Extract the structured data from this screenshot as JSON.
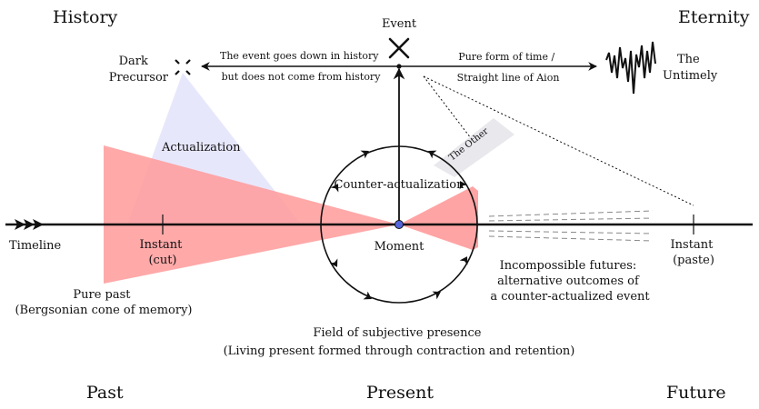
{
  "corners": {
    "history": "History",
    "eternity": "Eternity",
    "past": "Past",
    "present": "Present",
    "future": "Future"
  },
  "event": "Event",
  "dark_precursor": [
    "Dark",
    "Precursor"
  ],
  "untimely": [
    "The",
    "Untimely"
  ],
  "event_history": [
    "The event goes down in history",
    "but does not come from history"
  ],
  "aion": [
    "Pure form of time /",
    "Straight line of Aion"
  ],
  "actualization": "Actualization",
  "counter_actualization": "Counter-actualization",
  "the_other": "The Other",
  "timeline": "Timeline",
  "instant_cut": [
    "Instant",
    "(cut)"
  ],
  "moment": "Moment",
  "instant_paste": [
    "Instant",
    "(paste)"
  ],
  "pure_past": [
    "Pure past",
    "(Bergsonian cone of memory)"
  ],
  "futures": [
    "Incompossible futures:",
    "alternative outcomes of",
    "a counter-actualized event"
  ],
  "field": [
    "Field of subjective presence",
    "(Living present formed through contraction and retention)"
  ],
  "colors": {
    "cone": "#ff9a9a",
    "actualization": "#e3e3fb",
    "other": "#e4e4ea",
    "moment_dot": "#5566dd",
    "ink": "#111111"
  }
}
